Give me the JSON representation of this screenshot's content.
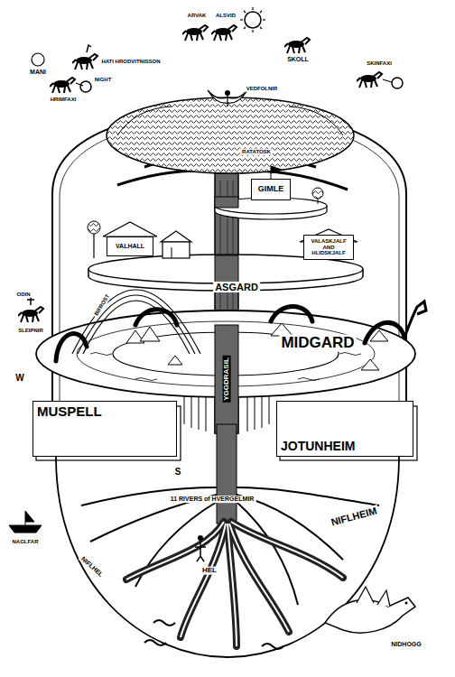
{
  "diagram": {
    "nodes": [
      {
        "text": [
          "VALHALL"
        ]
      },
      {
        "text": [
          "GIMLE"
        ]
      },
      {
        "text": [
          "VALASKJALF AND HLIDSKJALF"
        ]
      },
      {
        "text": [
          "MUSPELL"
        ]
      },
      {
        "text": [
          "JOTUNHEIM"
        ]
      }
    ],
    "labels": [
      "MANI",
      "ARVAK",
      "ALSVID",
      "HATI HRODVITNISSON",
      "SKOLL",
      "NIGHT",
      "HRIMFAXI",
      "SKINFAXI",
      "VEDFOLNIR",
      "RATATOSK",
      "YGGDRASIL",
      "ASGARD",
      "BIFROST",
      "ODIN",
      "SLEIPNIR",
      "MIDGARD",
      "W",
      "S",
      "11 RIVERS of HVERGELMIR",
      "NIFLHEIM",
      "NIFLHEL",
      "NAGLFAR",
      "HEL",
      "NIDHOGG"
    ]
  }
}
